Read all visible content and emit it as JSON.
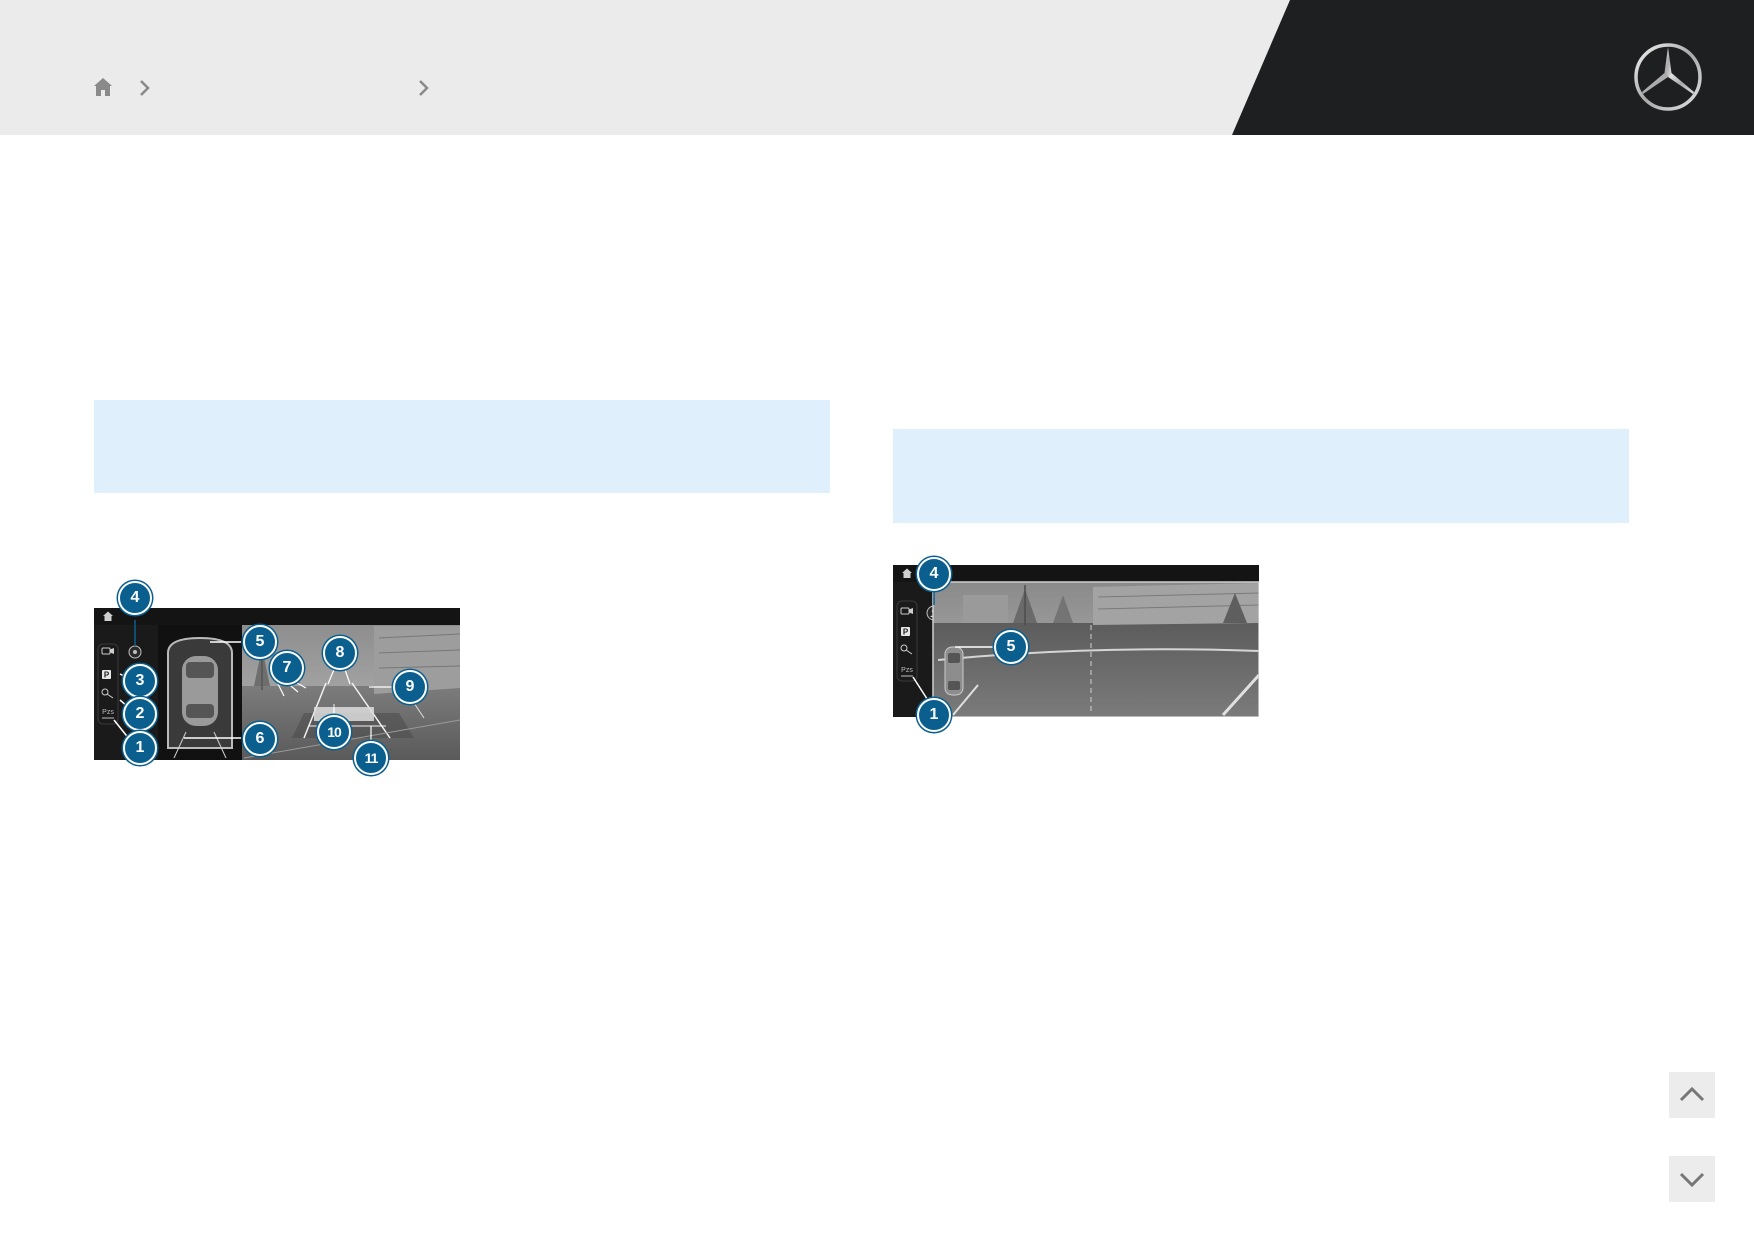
{
  "header": {
    "breadcrumb": {
      "level1": "",
      "level2": ""
    },
    "logo_name": "mercedes-star-logo",
    "colors": {
      "header_bg": "#ebebeb",
      "header_dark": "#1e1f21",
      "accent_callout": "#0a5f8f",
      "info_box_bg": "#dff0fc"
    }
  },
  "figures": {
    "left": {
      "callouts": [
        "1",
        "2",
        "3",
        "4",
        "5",
        "6",
        "7",
        "8",
        "9",
        "10",
        "11"
      ]
    },
    "right": {
      "callouts": [
        "1",
        "4",
        "5"
      ]
    }
  },
  "sidebar_icons": {
    "left": [
      "home-icon",
      "camera-icon",
      "parking-icon",
      "steering-icon",
      "parking-sensor-icon"
    ],
    "right": [
      "home-icon",
      "camera-icon",
      "parking-icon",
      "steering-icon",
      "parking-sensor-icon"
    ]
  },
  "screen_labels": {
    "parking_label": "P",
    "sensor_label": "Pzs"
  },
  "navigation": {
    "up_icon": "chevron-up-icon",
    "down_icon": "chevron-down-icon"
  }
}
